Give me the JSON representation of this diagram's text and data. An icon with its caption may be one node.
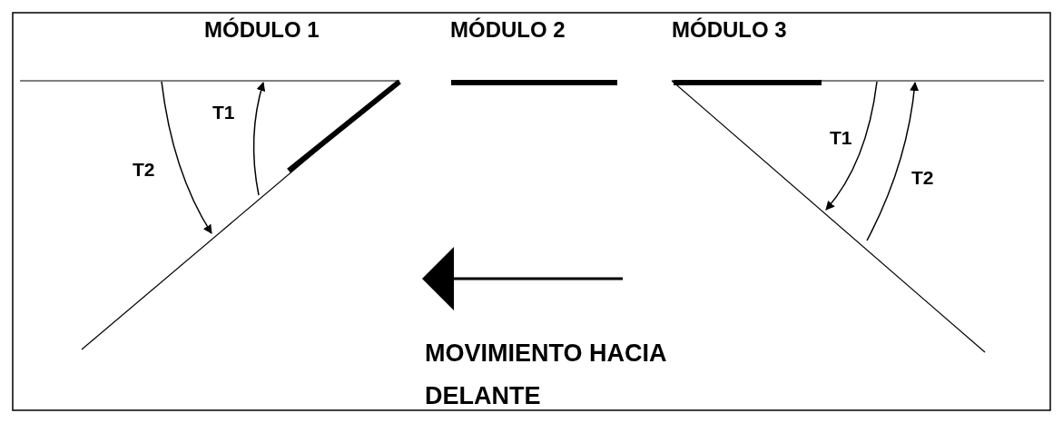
{
  "diagram": {
    "labels": [
      "MÓDULO 1",
      "MÓDULO 2",
      "MÓDULO 3",
      "T2",
      "T1",
      "T1",
      "T2",
      "MOVIMIENTO HACIA DELANTE"
    ]
  }
}
